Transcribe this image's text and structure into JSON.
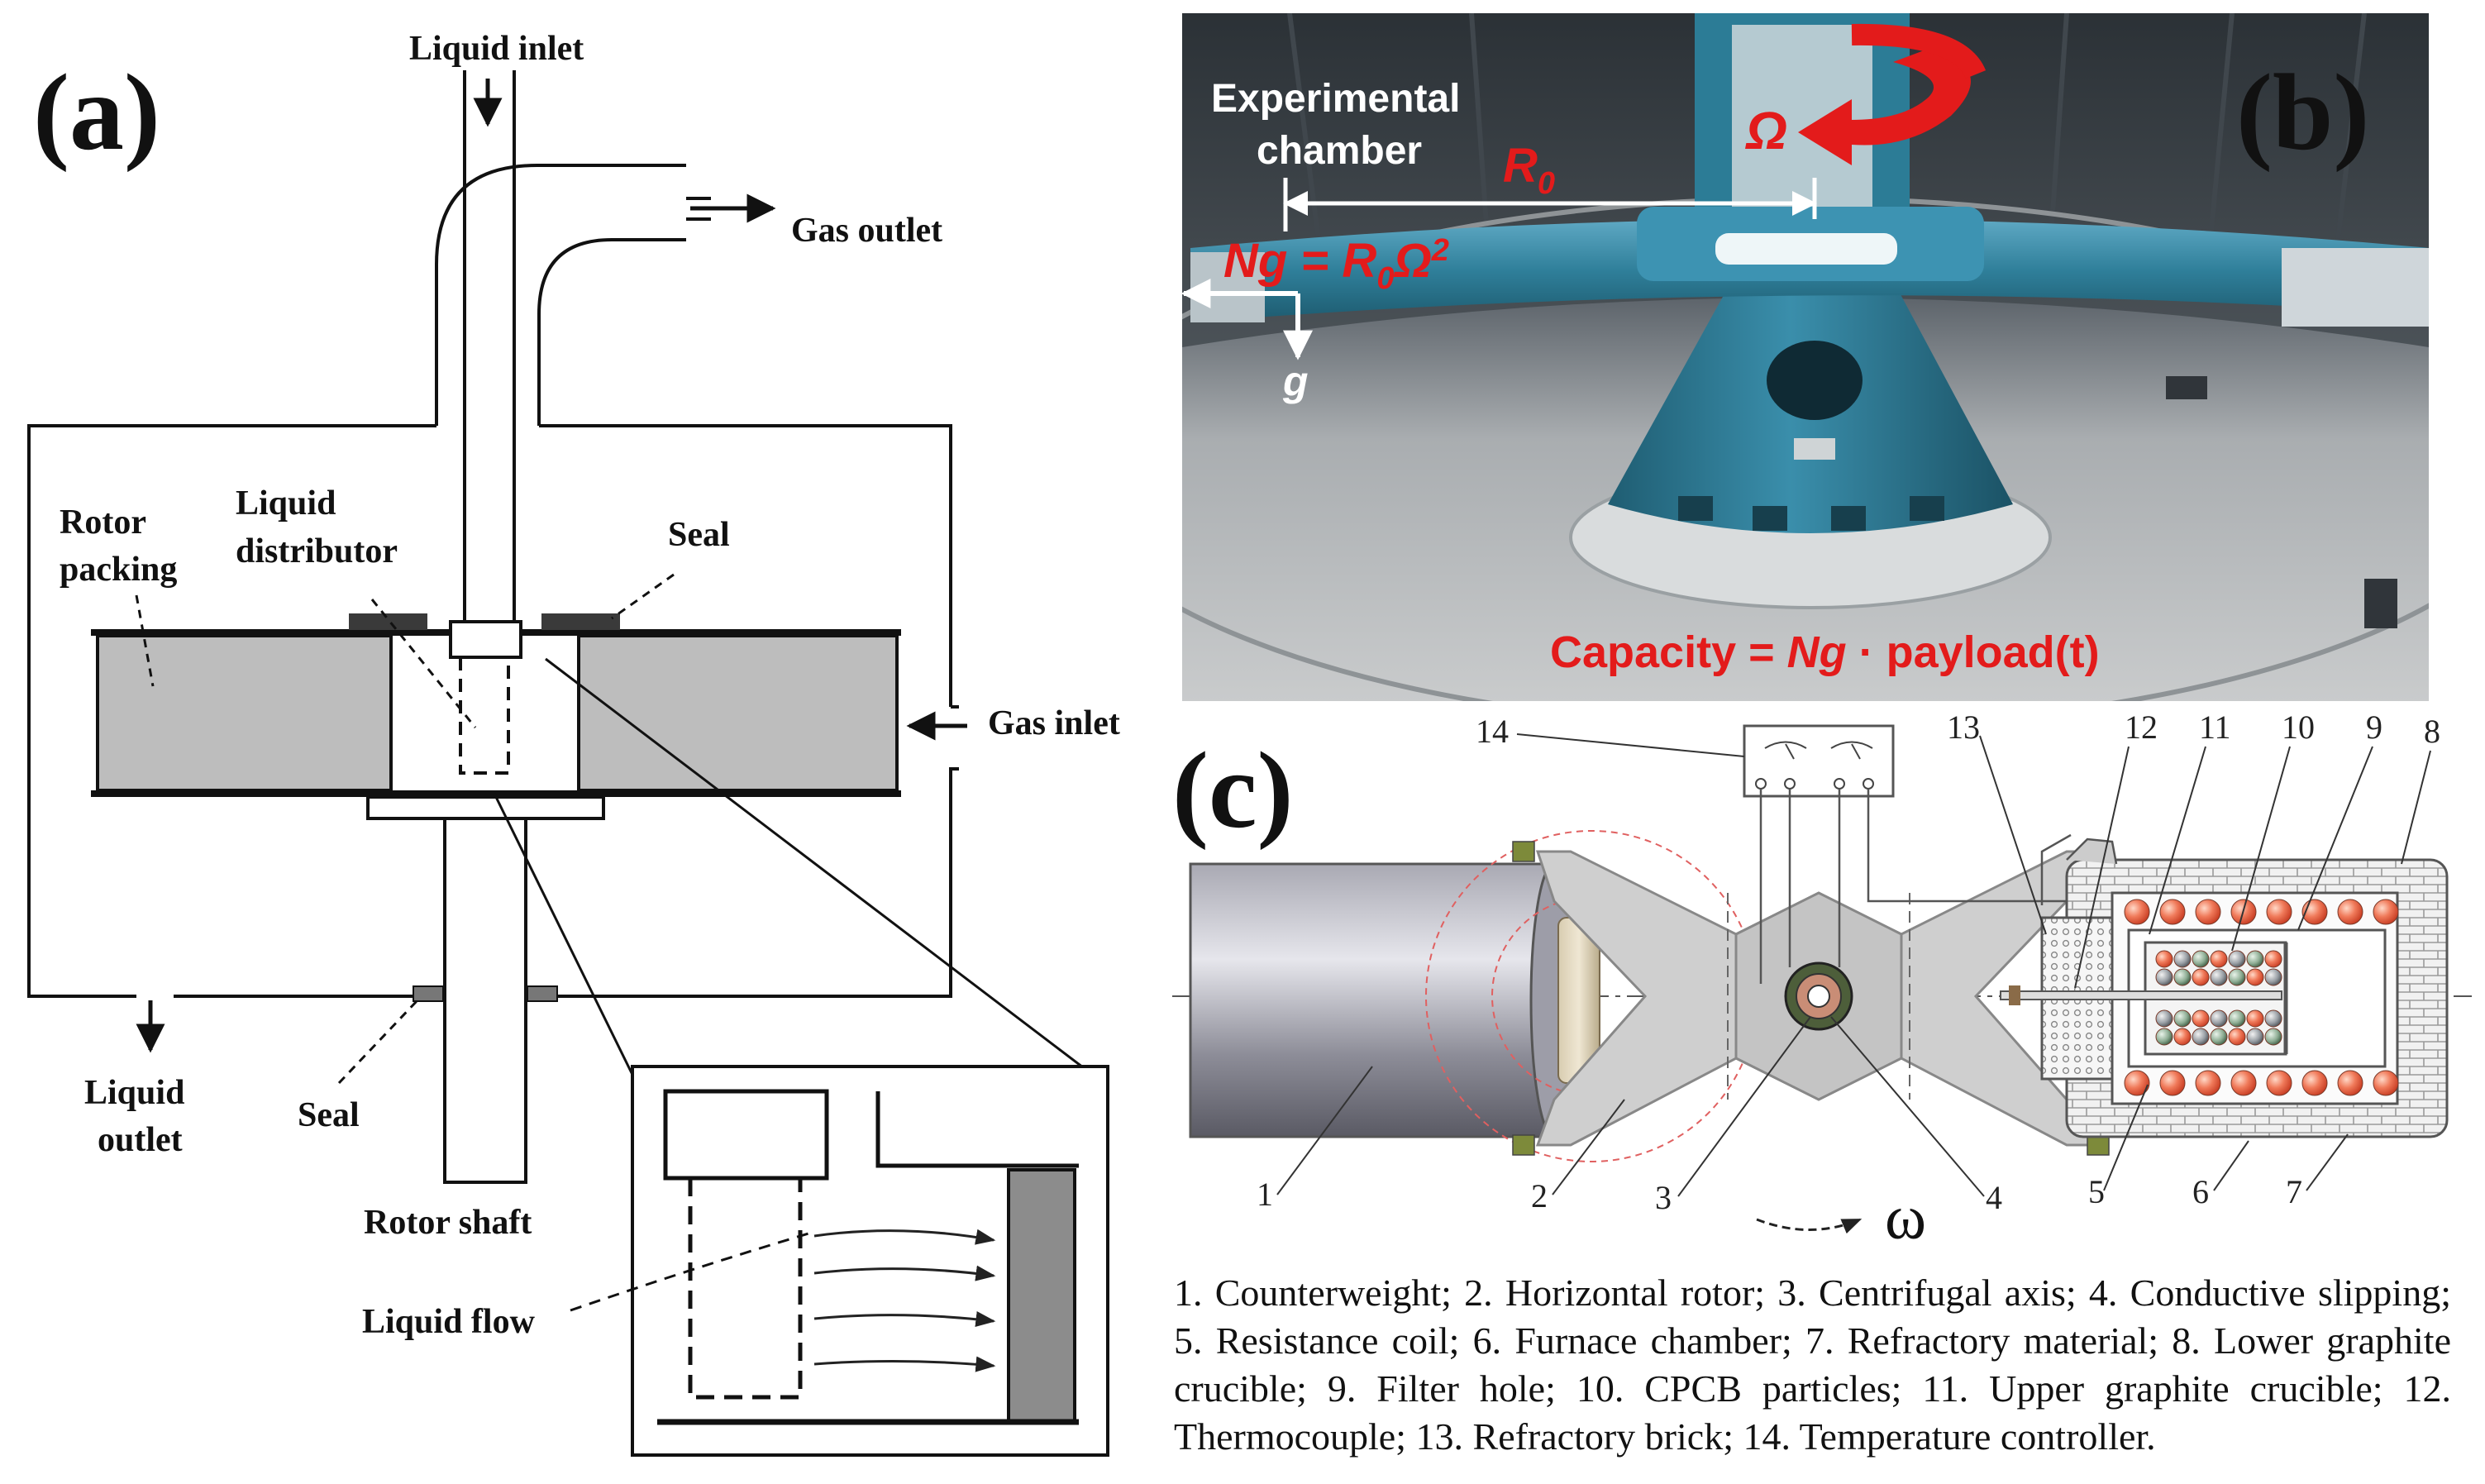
{
  "panel_a": {
    "letter": "(a)",
    "liquid_inlet": "Liquid inlet",
    "gas_outlet": "Gas outlet",
    "rotor_packing": [
      "Rotor",
      "packing"
    ],
    "liquid_distributor": [
      "Liquid",
      "distributor"
    ],
    "seal_top": "Seal",
    "gas_inlet": "Gas inlet",
    "liquid_outlet": [
      "Liquid",
      "outlet"
    ],
    "seal_bottom": "Seal",
    "rotor_shaft": "Rotor shaft",
    "liquid_flow": "Liquid flow"
  },
  "panel_b": {
    "letter": "(b)",
    "experimental_chamber": [
      "Experimental",
      "chamber"
    ],
    "omega": "Ω",
    "r0": "R",
    "r0_sub": "0",
    "ng_eq": "Ng = R",
    "ng_sub": "0",
    "ng_omega": "Ω",
    "ng_sup": "2",
    "g": "g",
    "capacity_prefix": "Capacity = ",
    "capacity_ng": "Ng",
    "capacity_suffix": " · payload(t)",
    "colors": {
      "annotation_red": "#e31b1b",
      "machine_blue": "#2f7f9a"
    }
  },
  "panel_c": {
    "letter": "(c)",
    "omega_small": "ω",
    "numbers": [
      "1",
      "2",
      "3",
      "4",
      "5",
      "6",
      "7",
      "8",
      "9",
      "10",
      "11",
      "12",
      "13",
      "14"
    ],
    "caption": "1. Counterweight; 2. Horizontal rotor; 3. Centrifugal axis; 4. Conductive slipping; 5. Resistance coil; 6. Furnace chamber; 7. Refractory material; 8. Lower graphite crucible; 9. Filter hole; 10. CPCB particles; 11. Upper graphite crucible; 12. Thermocouple; 13. Refractory brick; 14. Temperature controller."
  }
}
